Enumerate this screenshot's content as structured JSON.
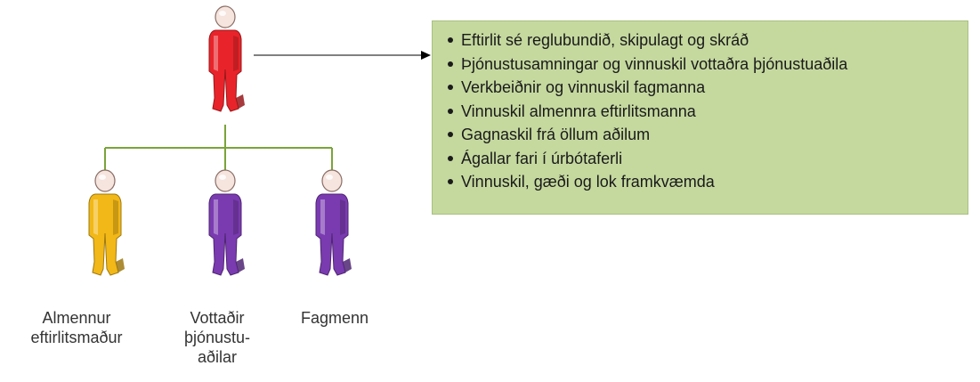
{
  "people": {
    "top": {
      "role": "manager",
      "color": "#e8242a"
    },
    "children": [
      {
        "label": "Almennur\neftirlitsmaður",
        "color": "#f2b818"
      },
      {
        "label": "Vottaðir\nþjónustu-\naðilar",
        "color": "#7a3bb0"
      },
      {
        "label": "Fagmenn",
        "color": "#7a3bb0"
      }
    ]
  },
  "connector_color": "#7aa33a",
  "arrow_color": "#000000",
  "box": {
    "background": "#c5d99f",
    "items": [
      "Eftirlit sé reglubundið, skipulagt og skráð",
      "Þjónustusamningar og vinnuskil vottaðra þjónustuaðila",
      "Verkbeiðnir og vinnuskil fagmanna",
      "Vinnuskil almennra eftirlitsmanna",
      "Gagnaskil frá öllum aðilum",
      "Ágallar fari í úrbótaferli",
      "Vinnuskil, gæði og lok framkvæmda"
    ]
  }
}
